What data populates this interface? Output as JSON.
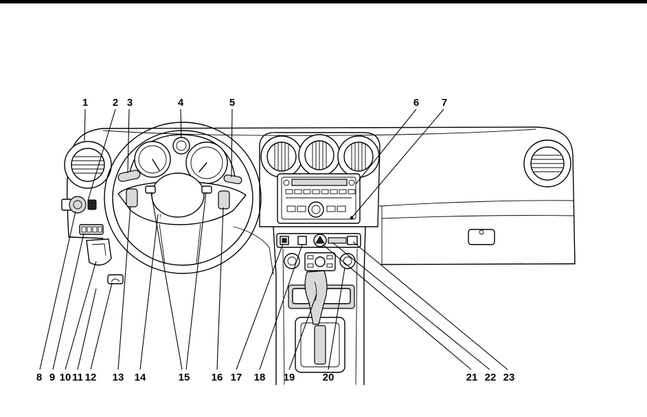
{
  "callouts": {
    "top": [
      "1",
      "2",
      "3",
      "4",
      "5",
      "6",
      "7"
    ],
    "bottom": [
      "8",
      "9",
      "10",
      "11",
      "12",
      "13",
      "14",
      "15",
      "16",
      "17",
      "18",
      "19",
      "20",
      "21",
      "22",
      "23"
    ]
  },
  "colors": {
    "line": "#000000",
    "background": "#ffffff"
  }
}
